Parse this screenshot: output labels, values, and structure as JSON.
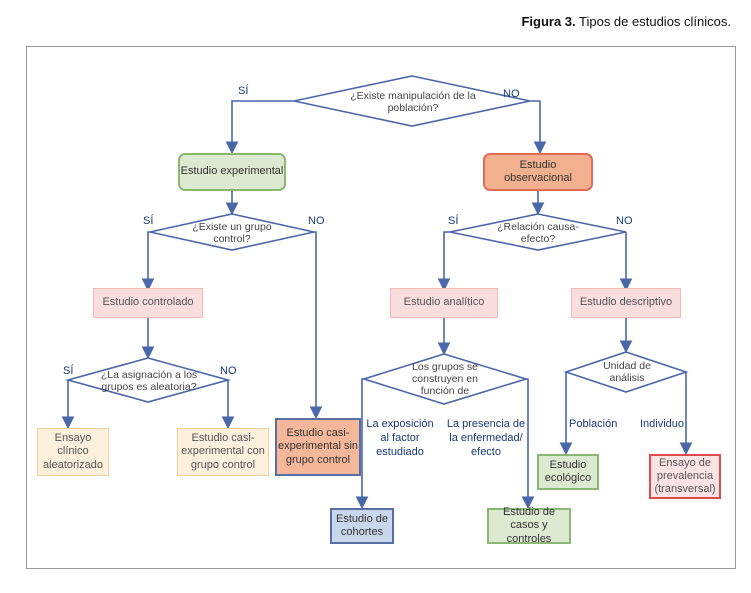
{
  "caption": {
    "label": "Figura 3.",
    "text": " Tipos de estudios clínicos."
  },
  "decisions": {
    "d1": "¿Existe manipulación de la población?",
    "d2": "¿Existe un grupo control?",
    "d3": "¿Relación causa-efecto?",
    "d4": "¿La asignación a los grupos es aleatoria?",
    "d5": "Los grupos se construyen en función de",
    "d6": "Unidad de análisis"
  },
  "yes_no": {
    "si": "SÍ",
    "no": "NO"
  },
  "nodes": {
    "experimental": "Estudio experimental",
    "observacional": "Estudio observacional",
    "controlado": "Estudio controlado",
    "analitico": "Estudio analítico",
    "descriptivo": "Estudio descriptivo",
    "ensayo": "Ensayo clínico aleatorizado",
    "casi_control": "Estudio casi-experimental con grupo control",
    "casi_sin": "Estudio casi-experimental sin grupo control",
    "cohortes": "Estudio de cohortes",
    "casos": "Estudio de casos y controles",
    "ecologico": "Estudio ecológico",
    "prevalencia": "Ensayo de prevalencia (transversal)"
  },
  "branch_labels": {
    "exposicion": "La exposición al factor estudiado",
    "presencia": "La presencia de la enfermedad/ efecto",
    "poblacion": "Población",
    "individuo": "Individuo"
  }
}
